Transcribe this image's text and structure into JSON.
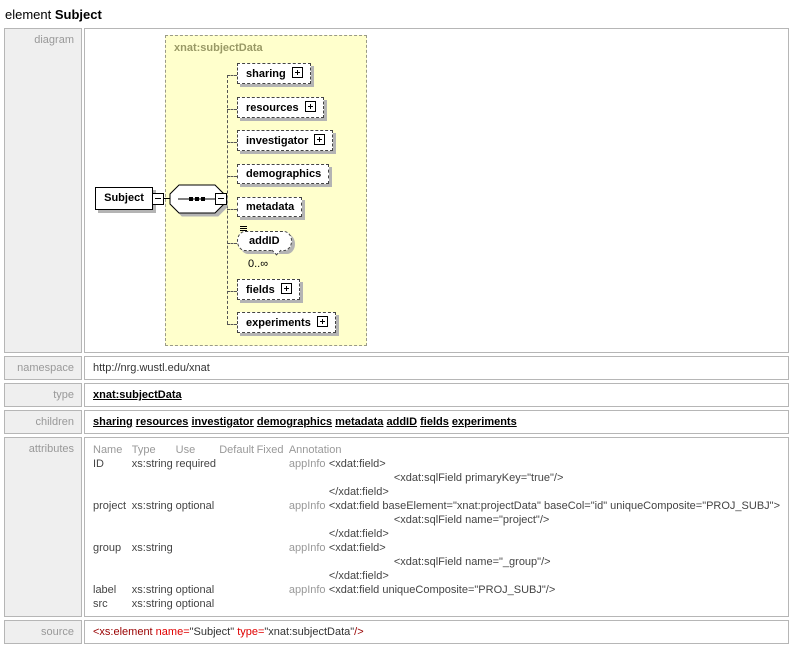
{
  "page": {
    "title_prefix": "element",
    "title_name": "Subject"
  },
  "rows": {
    "diagram_label": "diagram",
    "namespace_label": "namespace",
    "namespace_value": "http://nrg.wustl.edu/xnat",
    "type_label": "type",
    "type_value": "xnat:subjectData",
    "children_label": "children",
    "children_items": [
      "sharing",
      "resources",
      "investigator",
      "demographics",
      "metadata",
      "addID",
      "fields",
      "experiments"
    ],
    "attributes_label": "attributes",
    "source_label": "source"
  },
  "diagram": {
    "root_type": "xnat:subjectData",
    "element_name": "Subject",
    "sequence_icon": "sequence-model-group-icon",
    "collapse_icon": "minus-collapse-icon",
    "expand_icon": "plus-expand-icon",
    "children": [
      {
        "name": "sharing",
        "expandable": true
      },
      {
        "name": "resources",
        "expandable": true
      },
      {
        "name": "investigator",
        "expandable": true
      },
      {
        "name": "demographics",
        "expandable": false
      },
      {
        "name": "metadata",
        "expandable": false
      },
      {
        "name": "addID",
        "expandable": false,
        "multiple": true,
        "occurrence": "0..∞"
      },
      {
        "name": "fields",
        "expandable": true
      },
      {
        "name": "experiments",
        "expandable": true
      }
    ]
  },
  "attributes": {
    "headers": [
      "Name",
      "Type",
      "Use",
      "Default",
      "Fixed",
      "Annotation"
    ],
    "rows": [
      {
        "name": "ID",
        "type": "xs:string",
        "use": "required",
        "default": "",
        "fixed": "",
        "annotation": [
          {
            "pre": "appInfo",
            "code": "<xdat:field>",
            "indent": 0
          },
          {
            "code": "<xdat:sqlField primaryKey=\"true\"/>",
            "indent": 2
          },
          {
            "code": "</xdat:field>",
            "indent": 1
          }
        ]
      },
      {
        "name": "project",
        "type": "xs:string",
        "use": "optional",
        "default": "",
        "fixed": "",
        "annotation": [
          {
            "pre": "appInfo",
            "code": "<xdat:field baseElement=\"xnat:projectData\" baseCol=\"id\" uniqueComposite=\"PROJ_SUBJ\">",
            "indent": 0
          },
          {
            "code": "<xdat:sqlField name=\"project\"/>",
            "indent": 2
          },
          {
            "code": "</xdat:field>",
            "indent": 1
          }
        ]
      },
      {
        "name": "group",
        "type": "xs:string",
        "use": "",
        "default": "",
        "fixed": "",
        "annotation": [
          {
            "pre": "appInfo",
            "code": "<xdat:field>",
            "indent": 0
          },
          {
            "code": "<xdat:sqlField name=\"_group\"/>",
            "indent": 2
          },
          {
            "code": "</xdat:field>",
            "indent": 1
          }
        ]
      },
      {
        "name": "label",
        "type": "xs:string",
        "use": "optional",
        "default": "",
        "fixed": "",
        "annotation": [
          {
            "pre": "appInfo",
            "code": "<xdat:field uniqueComposite=\"PROJ_SUBJ\"/>",
            "indent": 0
          }
        ]
      },
      {
        "name": "src",
        "type": "xs:string",
        "use": "optional",
        "default": "",
        "fixed": "",
        "annotation": []
      }
    ]
  },
  "source": {
    "tokens": [
      {
        "style": "tag",
        "text": "<xs:element "
      },
      {
        "style": "attr",
        "text": "name="
      },
      {
        "style": "value",
        "text": "\"Subject\" "
      },
      {
        "style": "attr",
        "text": "type="
      },
      {
        "style": "value",
        "text": "\"xnat:subjectData\""
      },
      {
        "style": "tag",
        "text": "/>"
      }
    ]
  },
  "colors": {
    "diagram_fill": "#ffffcc",
    "diagram_type_text": "#999966",
    "row_label_bg": "#efefef",
    "row_label_text": "#999999",
    "cell_border": "#b6b6b6",
    "link_text": "#000000",
    "appinfo_text": "#999999",
    "code_text": "#444444",
    "source_tag": "#990000",
    "source_attr": "#e00000",
    "source_value": "#333333",
    "diagram_shadow": "#b4b4b4"
  }
}
